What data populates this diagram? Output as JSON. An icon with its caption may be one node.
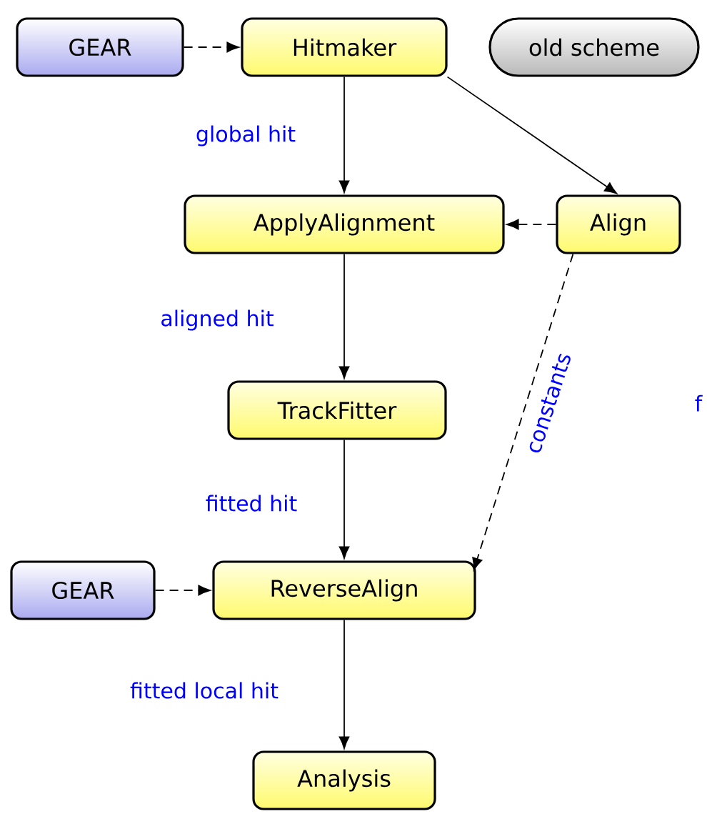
{
  "diagram": {
    "nodes": [
      {
        "text": [
          "GEAR"
        ]
      },
      {
        "text": [
          "Hitmaker"
        ]
      },
      {
        "text": [
          "old scheme"
        ]
      },
      {
        "text": [
          "ApplyAlignment"
        ]
      },
      {
        "text": [
          "Align"
        ]
      },
      {
        "text": [
          "TrackFitter"
        ]
      },
      {
        "text": [
          "GEAR"
        ]
      },
      {
        "text": [
          "ReverseAlign"
        ]
      },
      {
        "text": [
          "Analysis"
        ]
      }
    ],
    "edges": [
      {
        "from": 0,
        "to": 1,
        "arrow": "to",
        "style": "dashed"
      },
      {
        "from": 1,
        "to": 3,
        "arrow": "to",
        "label": "global hit"
      },
      {
        "from": 1,
        "to": 4,
        "arrow": "to"
      },
      {
        "from": 4,
        "to": 3,
        "arrow": "to",
        "style": "dashed"
      },
      {
        "from": 3,
        "to": 5,
        "arrow": "to",
        "label": "aligned hit"
      },
      {
        "from": 5,
        "to": 7,
        "arrow": "to",
        "label": "fitted hit"
      },
      {
        "from": 4,
        "to": 7,
        "arrow": "to",
        "style": "dashed",
        "label": "constants"
      },
      {
        "from": 6,
        "to": 7,
        "arrow": "to",
        "style": "dashed"
      },
      {
        "from": 7,
        "to": 8,
        "arrow": "to",
        "label": "fitted local hit"
      }
    ],
    "labels": [
      "f"
    ]
  }
}
